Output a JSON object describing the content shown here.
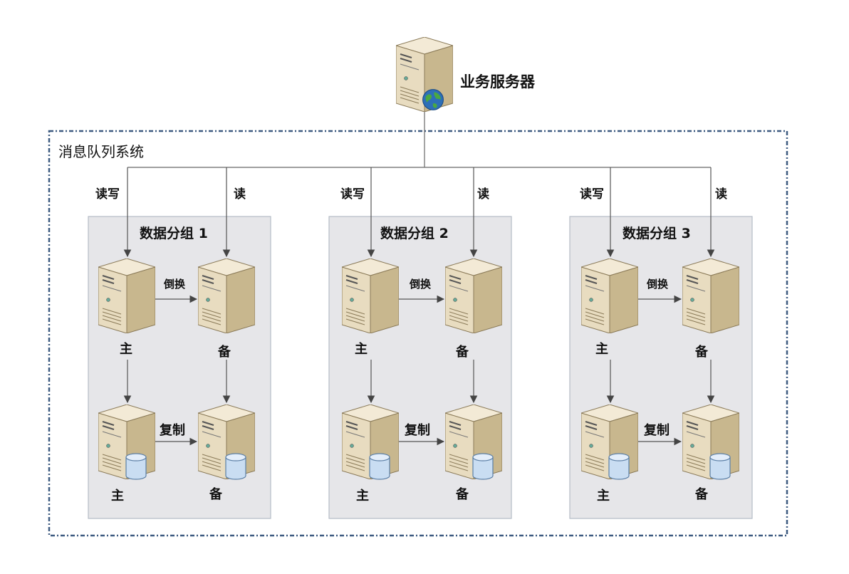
{
  "business_server": {
    "label": "业务服务器"
  },
  "mq_system": {
    "label": "消息队列系统"
  },
  "groups": [
    {
      "title": "数据分组 1",
      "read_write_label": "读写",
      "read_label": "读",
      "failover_label": "倒换",
      "replicate_label": "复制",
      "primary_label": "主",
      "standby_label": "备",
      "storage_primary_label": "主",
      "storage_standby_label": "备"
    },
    {
      "title": "数据分组 2",
      "read_write_label": "读写",
      "read_label": "读",
      "failover_label": "倒换",
      "replicate_label": "复制",
      "primary_label": "主",
      "standby_label": "备",
      "storage_primary_label": "主",
      "storage_standby_label": "备"
    },
    {
      "title": "数据分组 3",
      "read_write_label": "读写",
      "read_label": "读",
      "failover_label": "倒换",
      "replicate_label": "复制",
      "primary_label": "主",
      "standby_label": "备",
      "storage_primary_label": "主",
      "storage_standby_label": "备"
    }
  ],
  "colors": {
    "server_front": "#e8dcc0",
    "server_side": "#bfae86",
    "server_top": "#f3ead6",
    "group_fill": "#e6e6e9",
    "group_stroke": "#b4bcc6",
    "dashed_border": "#3d5a80",
    "line": "#555555",
    "db_fill": "#c9ddf2",
    "globe_blue": "#2d6fb8",
    "globe_green": "#4aa842"
  }
}
